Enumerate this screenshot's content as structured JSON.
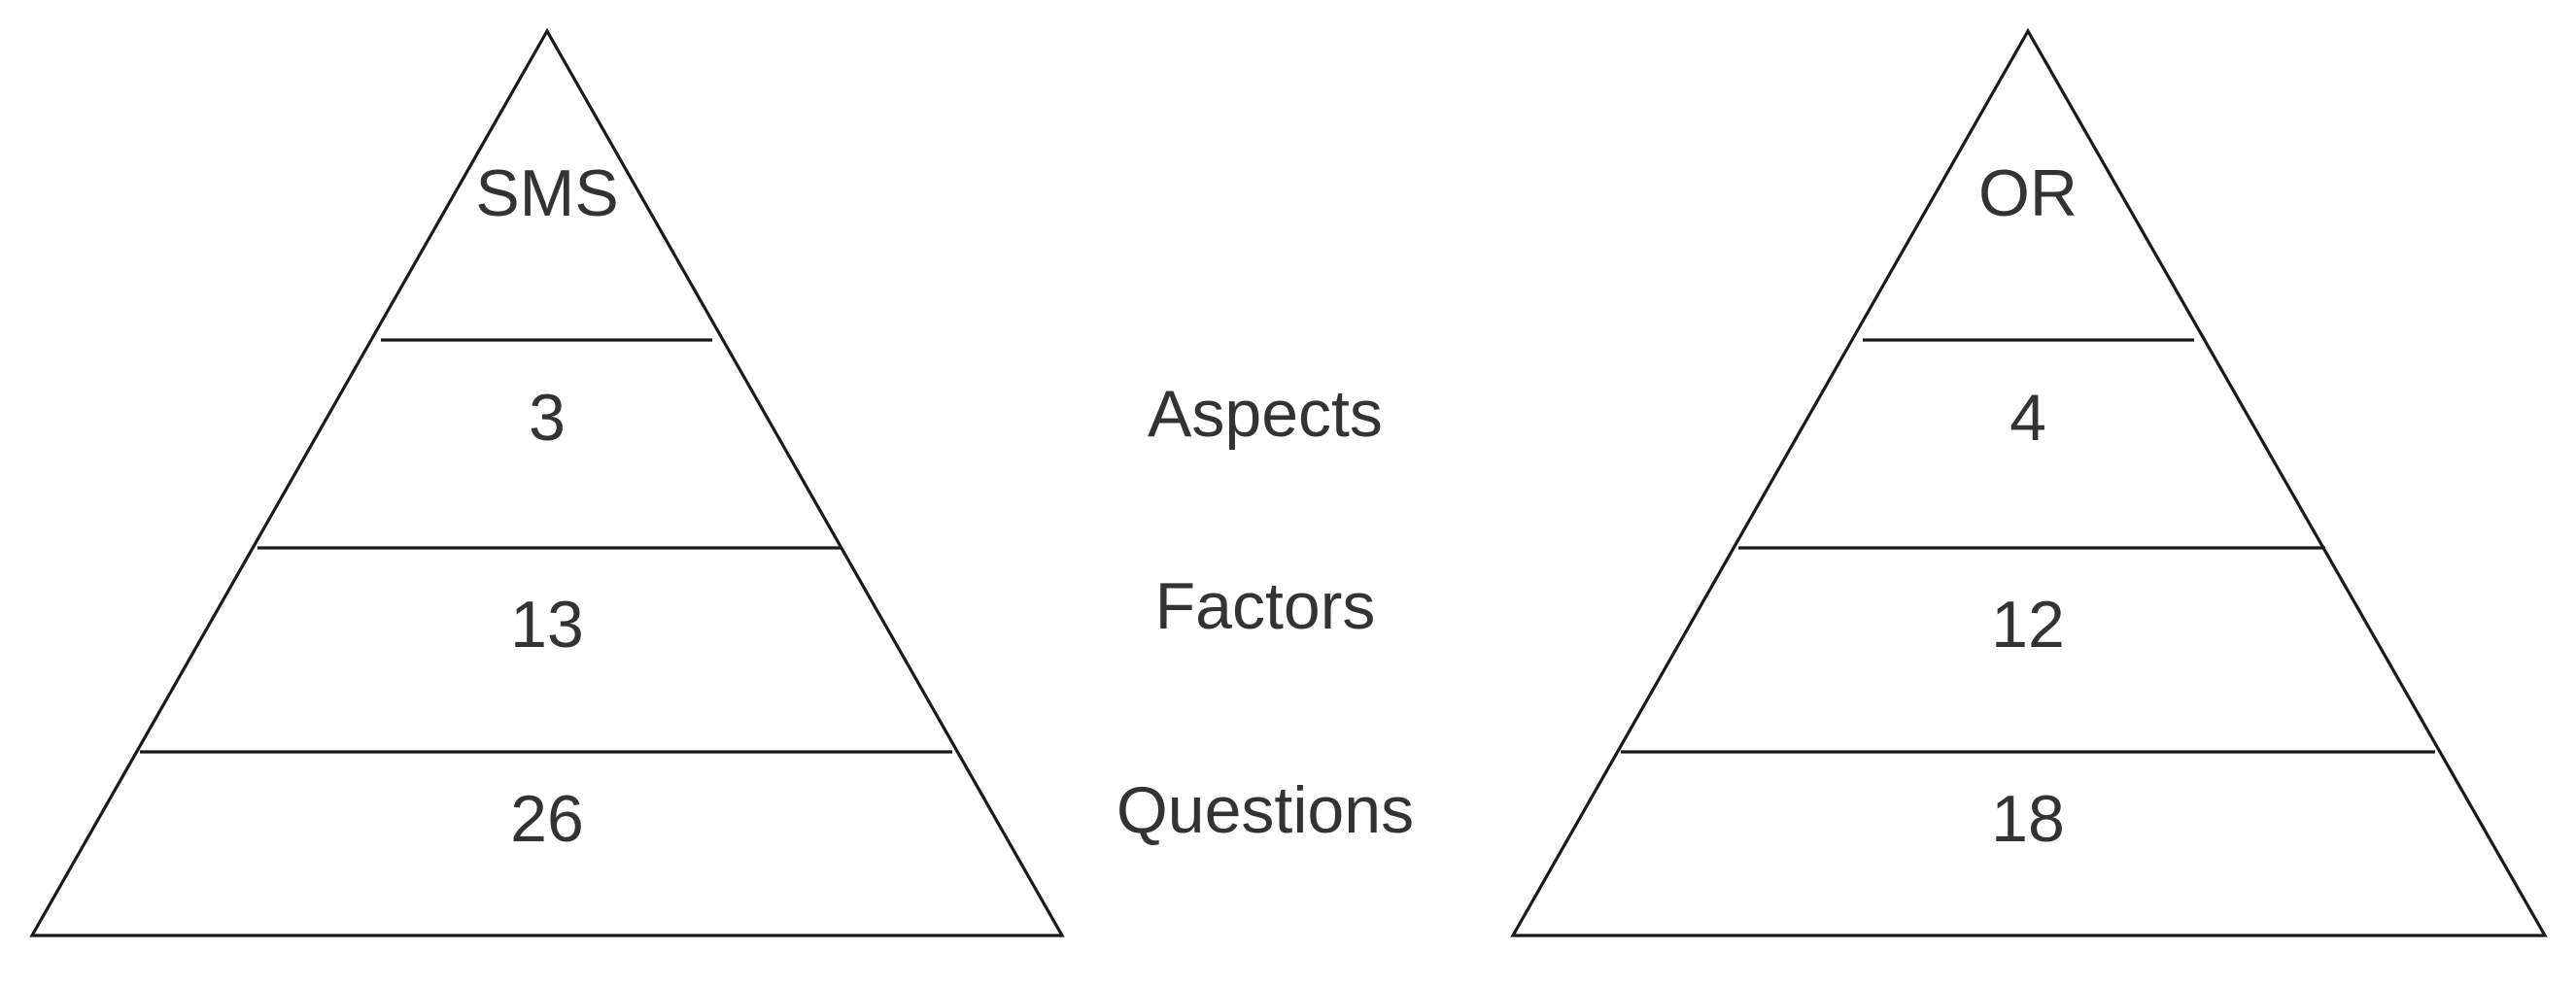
{
  "pyramids": [
    {
      "title": "SMS",
      "tiers": [
        "3",
        "13",
        "26"
      ]
    },
    {
      "title": "OR",
      "tiers": [
        "4",
        "12",
        "18"
      ]
    }
  ],
  "levels": [
    "Aspects",
    "Factors",
    "Questions"
  ]
}
